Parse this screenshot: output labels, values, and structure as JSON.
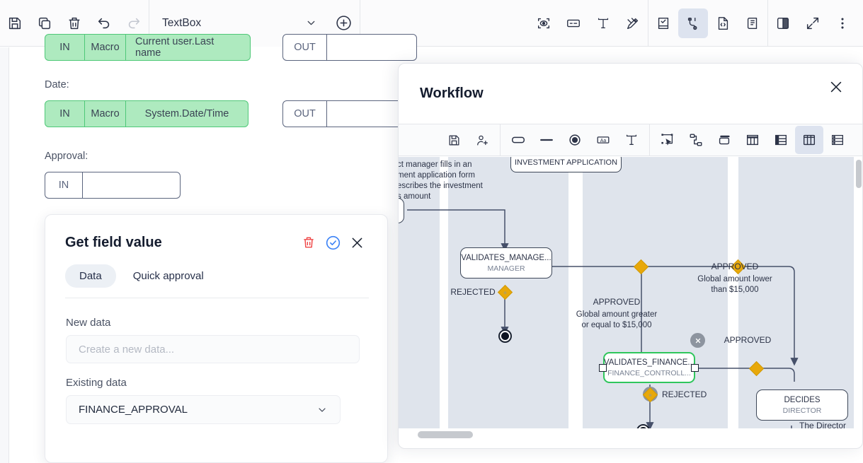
{
  "topbar": {
    "left_buttons": [
      {
        "name": "save-icon",
        "label": "Save"
      },
      {
        "name": "copy-icon",
        "label": "Copy"
      },
      {
        "name": "delete-icon",
        "label": "Delete"
      },
      {
        "name": "undo-icon",
        "label": "Undo"
      },
      {
        "name": "redo-icon",
        "label": "Redo"
      }
    ],
    "component_select": {
      "value": "TextBox"
    },
    "add_label": "+",
    "right_buttons": [
      {
        "name": "preview-icon",
        "label": "Preview"
      },
      {
        "name": "field-icon",
        "label": "Field"
      },
      {
        "name": "text-icon",
        "label": "Text"
      },
      {
        "name": "style-icon",
        "label": "Style"
      },
      {
        "name": "form-icon",
        "label": "Form"
      },
      {
        "name": "workflow-icon",
        "label": "Workflow"
      },
      {
        "name": "code-icon",
        "label": "Code"
      },
      {
        "name": "script-icon",
        "label": "Script"
      },
      {
        "name": "theme-icon",
        "label": "Theme"
      },
      {
        "name": "fullscreen-icon",
        "label": "Fullscreen"
      },
      {
        "name": "more-icon",
        "label": "More"
      }
    ]
  },
  "form": {
    "rows": [
      {
        "label": "",
        "in_chip": {
          "in": "IN",
          "type": "Macro",
          "value": "Current user.Last name"
        },
        "out": "OUT"
      },
      {
        "label": "Date:",
        "in_chip": {
          "in": "IN",
          "type": "Macro",
          "value": "System.Date/Time"
        },
        "out": "OUT"
      },
      {
        "label": "Approval:",
        "in_chip": {
          "in": "IN",
          "type": "",
          "value": ""
        },
        "out": ""
      }
    ]
  },
  "get_field_value": {
    "title": "Get field value",
    "actions": [
      {
        "name": "delete-icon",
        "label": "Delete"
      },
      {
        "name": "confirm-icon",
        "label": "Confirm"
      },
      {
        "name": "close-icon",
        "label": "Close"
      }
    ],
    "tabs": [
      {
        "label": "Data",
        "selected": true
      },
      {
        "label": "Quick approval",
        "selected": false
      }
    ],
    "new_data": {
      "label": "New data",
      "value": "",
      "placeholder": "Create a new data..."
    },
    "existing_data": {
      "label": "Existing data",
      "value": "FINANCE_APPROVAL"
    }
  },
  "workflow": {
    "title": "Workflow",
    "close_label": "Close",
    "toolbar": [
      {
        "name": "save-icon",
        "label": "Save"
      },
      {
        "name": "add-person-icon",
        "label": "Add actor"
      },
      {
        "name": "rounded-rect-icon",
        "label": "Rounded rectangle"
      },
      {
        "name": "line-icon",
        "label": "Line"
      },
      {
        "name": "circle-icon",
        "label": "Circle"
      },
      {
        "name": "textbox-icon",
        "label": "Text box"
      },
      {
        "name": "text-icon",
        "label": "Text"
      },
      {
        "name": "select-icon",
        "label": "Select"
      },
      {
        "name": "connector-icon",
        "label": "Connector"
      },
      {
        "name": "container-icon",
        "label": "Container"
      },
      {
        "name": "columns-icon",
        "label": "Columns"
      },
      {
        "name": "split-view-icon",
        "label": "Split view"
      },
      {
        "name": "swimlane-icon",
        "label": "Swimlanes",
        "active": true
      },
      {
        "name": "list-icon",
        "label": "List"
      }
    ],
    "diagram": {
      "note": "ct manager fills in an\nment application form\nescribes the investment\ns amount",
      "top_node": "INVESTMENT APPLICATION",
      "nodes": [
        {
          "id": "n1",
          "title": "VALIDATES_MANAGE...",
          "role": "MANAGER",
          "selected": false
        },
        {
          "id": "n2",
          "title": "VALIDATES_FINANCE...",
          "role": "FINANCE_CONTROLL...",
          "selected": true
        },
        {
          "id": "n3",
          "title": "DECIDES",
          "role": "DIRECTOR",
          "selected": false
        }
      ],
      "labels": [
        {
          "id": "l1",
          "text": "REJECTED"
        },
        {
          "id": "l2",
          "text": "APPROVED"
        },
        {
          "id": "l2b",
          "text": "Global amount greater\nor equal to $15,000"
        },
        {
          "id": "l3",
          "text": "APPROVED"
        },
        {
          "id": "l3b",
          "text": "Global amount lower\nthan $15,000"
        },
        {
          "id": "l4",
          "text": "APPROVED"
        },
        {
          "id": "l5",
          "text": "REJECTED"
        },
        {
          "id": "l6",
          "text": "The Director"
        }
      ],
      "badges": [
        {
          "id": "b-close",
          "glyph": "✕",
          "name": "node-remove-badge"
        },
        {
          "id": "b-down",
          "glyph": "↓",
          "name": "node-down-badge"
        }
      ]
    }
  },
  "colors": {
    "chip_green_bg": "#aeeabf",
    "chip_green_border": "#4fc878",
    "lane_bg": "#dfe4ec",
    "diamond": "#e8a80a",
    "selected_node": "#2fc65c",
    "accent_blue": "#3b82f6",
    "danger_red": "#ef4444"
  }
}
